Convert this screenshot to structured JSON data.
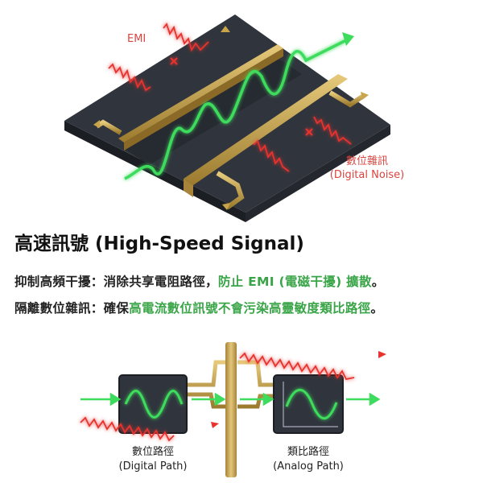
{
  "top_diagram": {
    "emi_label": "EMI",
    "noise_label_zh": "數位雜訊",
    "noise_label_en": "(Digital Noise)"
  },
  "heading": "高速訊號 (High-Speed Signal)",
  "bullets": [
    {
      "label": "抑制高頻干擾：",
      "text": "消除共享電阻路徑，",
      "highlight": "防止 EMI (電磁干擾) 擴散",
      "end": "。"
    },
    {
      "label": "隔離數位雜訊：",
      "text": "確保",
      "highlight": "高電流數位訊號不會污染高靈敏度類比路徑",
      "end": "。"
    }
  ],
  "bottom_diagram": {
    "digital_zh": "數位路徑",
    "digital_en": "(Digital Path)",
    "analog_zh": "類比路徑",
    "analog_en": "(Analog Path)"
  },
  "colors": {
    "signal": "#3ddc5c",
    "noise": "#e8332e",
    "trace": "#c9a54a",
    "board": "#2d3138",
    "highlight": "#3aa548"
  }
}
